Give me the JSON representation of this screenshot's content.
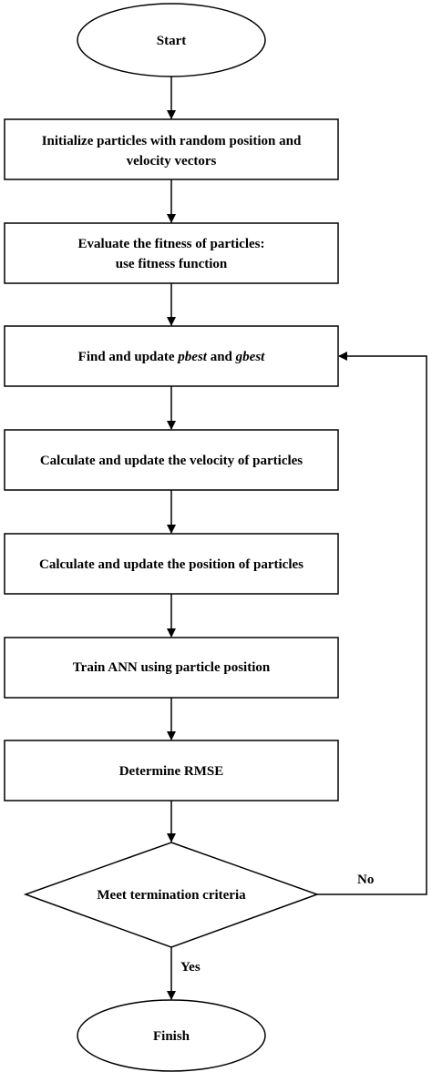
{
  "diagram": {
    "start": "Start",
    "init_line1": "Initialize particles with random position and",
    "init_line2": "velocity vectors",
    "eval_line1": "Evaluate the fitness of particles:",
    "eval_line2": "use fitness function",
    "find_prefix": "Find and update ",
    "find_pbest": "pbest",
    "find_and": " and ",
    "find_gbest": "gbest",
    "velocity": "Calculate and update the velocity of particles",
    "position": "Calculate and update the position of particles",
    "train": "Train ANN using particle position",
    "rmse": "Determine RMSE",
    "decision": "Meet termination criteria",
    "no_label": "No",
    "yes_label": "Yes",
    "finish": "Finish"
  }
}
